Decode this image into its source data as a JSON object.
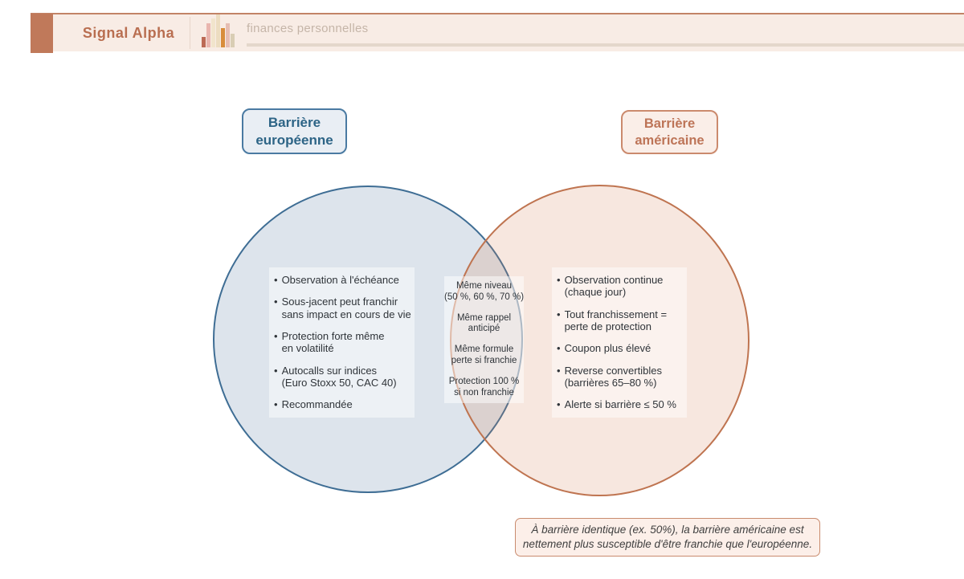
{
  "header": {
    "brand": "Signal Alpha",
    "nav_item": "finances personnelles"
  },
  "colors": {
    "brand_terracotta": "#c0795a",
    "european_blue": "#3e6d94",
    "american_terracotta": "#bf7450",
    "header_background": "#f8ece5"
  },
  "venn": {
    "left": {
      "title": "Barrière\neuropéenne",
      "items": [
        "Observation à l'échéance",
        "Sous-jacent peut franchir\nsans impact en cours de vie",
        "Protection forte même\nen volatilité",
        "Autocalls sur indices\n(Euro Stoxx 50, CAC 40)",
        "Recommandée"
      ]
    },
    "intersection": {
      "items": [
        "Même niveau\n(50 %, 60 %, 70 %)",
        "Même rappel\nanticipé",
        "Même formule\nperte si franchie",
        "Protection 100 %\nsi non franchie"
      ]
    },
    "right": {
      "title": "Barrière\naméricaine",
      "items": [
        "Observation continue\n(chaque jour)",
        "Tout franchissement =\nperte de protection",
        "Coupon plus élevé",
        "Reverse convertibles\n(barrières 65–80 %)",
        "Alerte si barrière ≤ 50 %"
      ]
    },
    "note": "À barrière identique (ex. 50%), la barrière américaine est\nnettement plus susceptible d'être franchie que l'européenne."
  }
}
